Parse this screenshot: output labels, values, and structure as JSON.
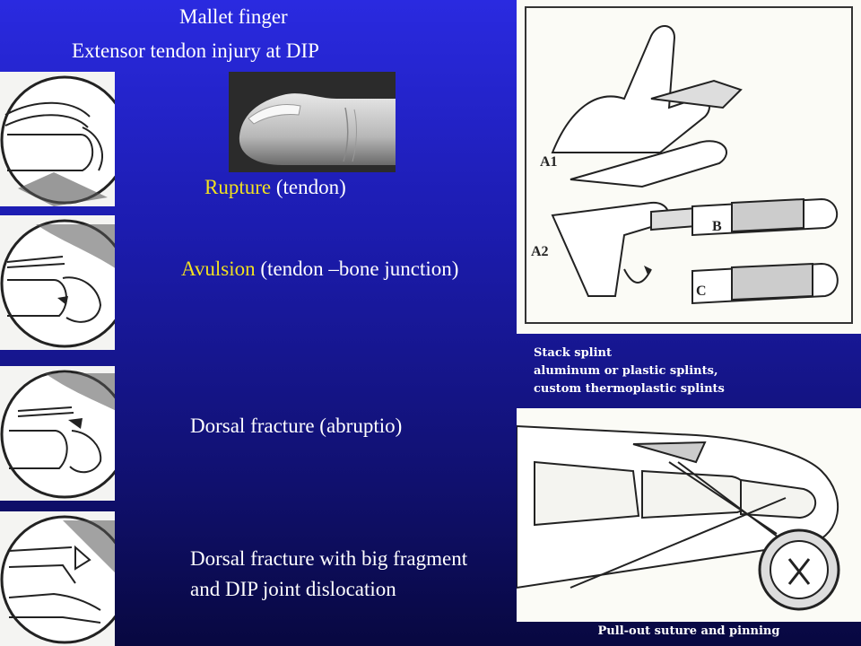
{
  "title": {
    "line1": "Mallet finger",
    "line2": "Extensor tendon injury at DIP"
  },
  "injuries": [
    {
      "term": "Rupture",
      "detail": " (tendon)"
    },
    {
      "term": "Avulsion",
      "detail": " (tendon –bone junction)"
    },
    {
      "term": "",
      "detail": "Dorsal fracture (abruptio)"
    },
    {
      "term": "",
      "detail": "Dorsal fracture with big fragment and DIP joint dislocation"
    }
  ],
  "splint_figure": {
    "labels": [
      "A1",
      "A2",
      "B",
      "C"
    ]
  },
  "splint_caption": {
    "line1": "Stack splint",
    "line2": "aluminum or plastic splints,",
    "line3": "custom thermoplastic splints"
  },
  "surgery_caption": "Pull-out suture and pinning",
  "colors": {
    "background": "#1c1cb0",
    "highlight": "#f0e020",
    "text": "#ffffff"
  }
}
